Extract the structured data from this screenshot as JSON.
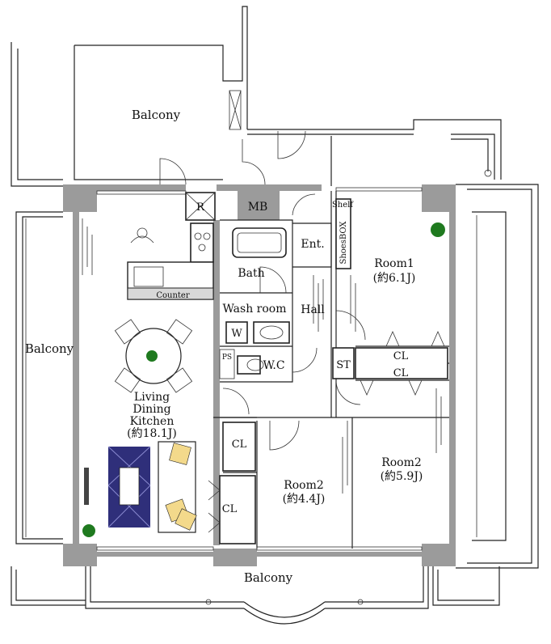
{
  "rooms": {
    "balcony_top": "Balcony",
    "balcony_left": "Balcony",
    "balcony_bottom": "Balcony",
    "mb": "MB",
    "ent": "Ent.",
    "shelf": "Shelf",
    "shoes_box": "ShoesBOX",
    "room1_name": "Room1",
    "room1_size": "(約6.1J)",
    "bath": "Bath",
    "wash_room": "Wash room",
    "hall": "Hall",
    "washer": "W",
    "ps": "PS",
    "wc": "W.C",
    "st": "ST",
    "cl_a": "CL",
    "cl_b": "CL",
    "cl_c": "CL",
    "cl_d": "CL",
    "refrigerator": "R",
    "counter": "Counter",
    "ldk_line1": "Living",
    "ldk_line2": "Dining",
    "ldk_line3": "Kitchen",
    "ldk_size": "(約18.1J)",
    "room2a_name": "Room2",
    "room2a_size": "(約4.4J)",
    "room2b_name": "Room2",
    "room2b_size": "(約5.9J)"
  },
  "colors": {
    "wall": "#9b9b9b",
    "rug": "#2f2f7a",
    "cushion": "#f3d98b",
    "plant": "#1f7a1f"
  }
}
